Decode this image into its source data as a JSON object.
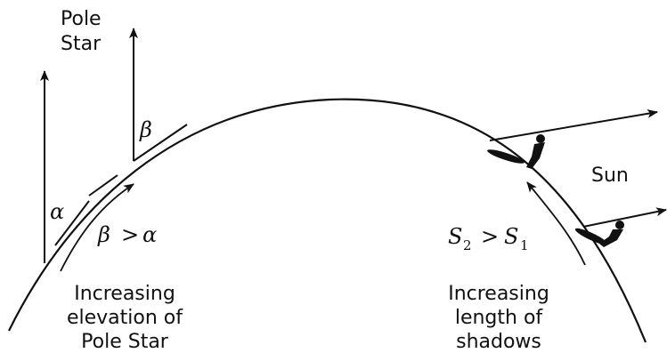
{
  "labels": {
    "pole_star": [
      "Pole",
      "Star"
    ],
    "sun": "Sun",
    "beta": "β",
    "alpha": "α",
    "beta_gt_alpha": {
      "beta": "β",
      "op": ">",
      "alpha": "α"
    },
    "s2_gt_s1": {
      "s": "S",
      "sub2": "2",
      "op": ">",
      "s1": "S",
      "sub1": "1"
    },
    "left_caption": [
      "Increasing",
      "elevation of",
      "Pole Star"
    ],
    "right_caption": [
      "Increasing",
      "length of",
      "shadows"
    ]
  },
  "colors": {
    "ink": "#111111",
    "background": "#ffffff"
  }
}
